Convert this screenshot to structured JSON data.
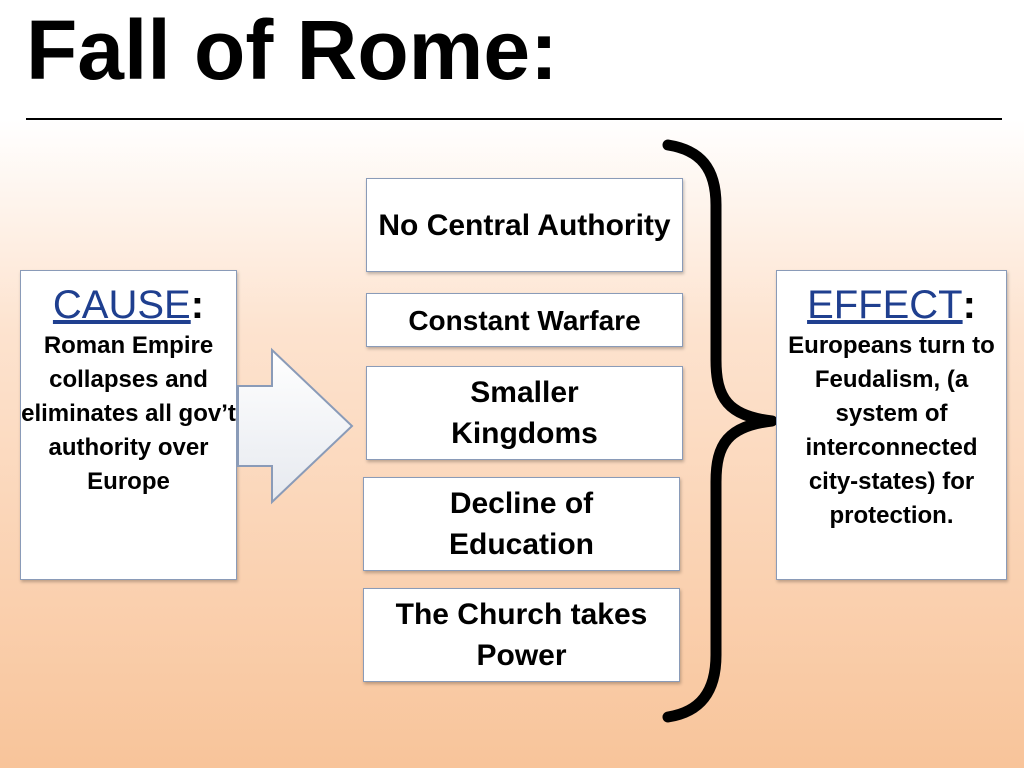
{
  "slide": {
    "title": "Fall of Rome:"
  },
  "cause": {
    "heading": "CAUSE",
    "colon": ":",
    "text": "Roman Empire collapses and eliminates all gov’t authority over Europe"
  },
  "effects_list": [
    {
      "label": "No Central Authority"
    },
    {
      "label": "Constant Warfare"
    },
    {
      "label": "Smaller Kingdoms"
    },
    {
      "label": "Decline of Education"
    },
    {
      "label": "The Church takes Power"
    }
  ],
  "effect": {
    "heading": "EFFECT",
    "colon": ":",
    "text": "Europeans turn to Feudalism, (a system of interconnected city-states) for protection."
  },
  "colors": {
    "heading_blue": "#1f3f8f",
    "box_border": "#8a9bb8",
    "gradient_bottom": "#f8c49a"
  },
  "icons": {
    "arrow": "right-arrow-icon",
    "brace": "right-curly-brace-icon"
  }
}
